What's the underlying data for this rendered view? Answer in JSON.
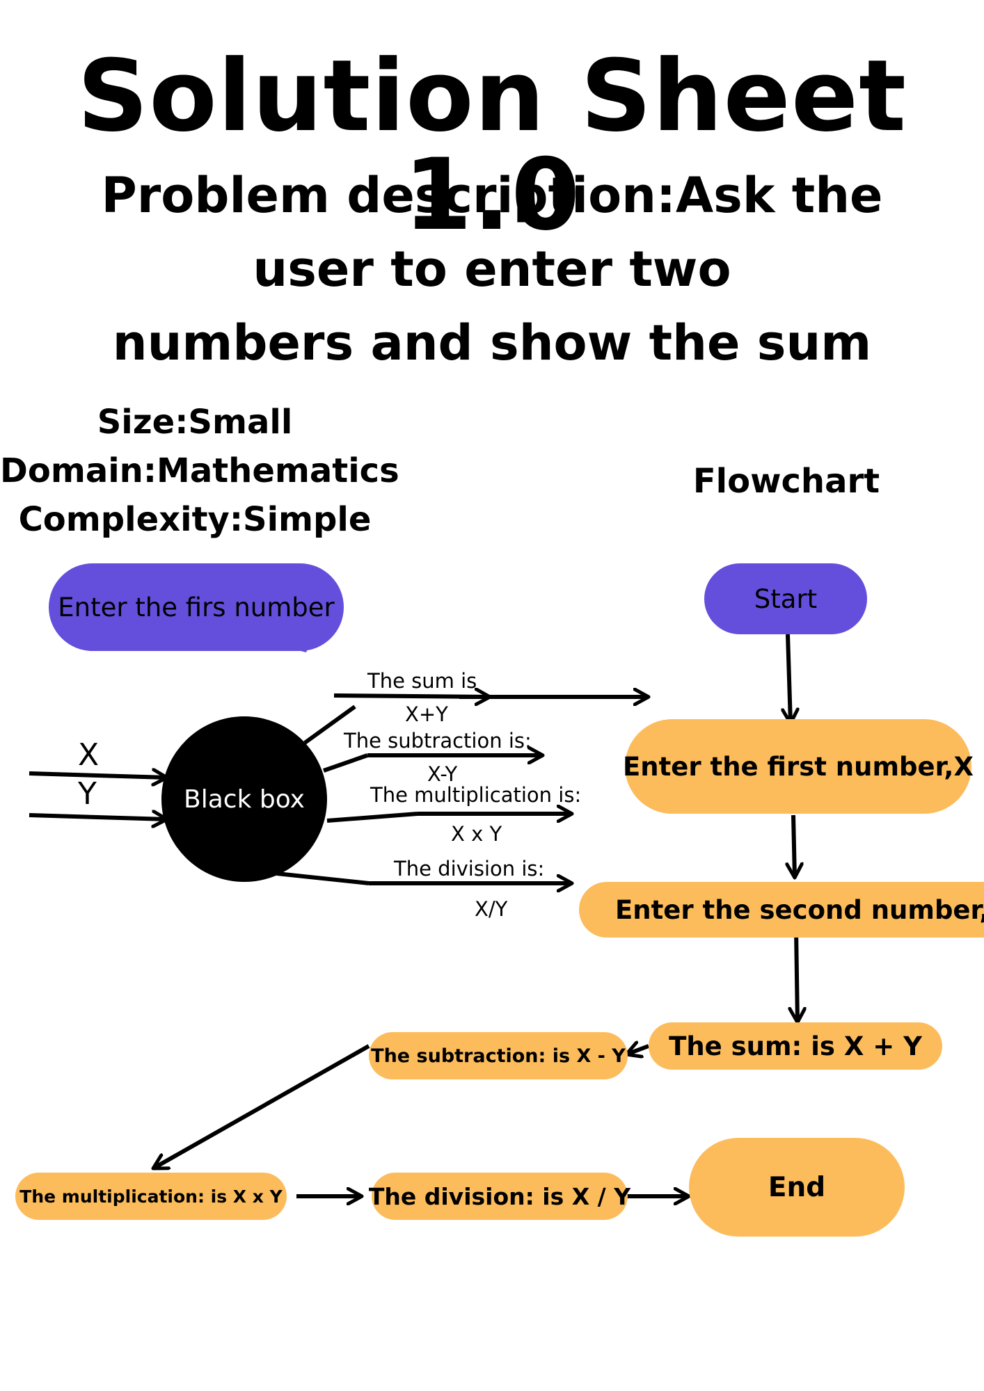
{
  "header": {
    "title": "Solution Sheet 1.0",
    "problem_lines": [
      "Problem description:Ask the",
      "user to enter two",
      "numbers and  show the sum"
    ]
  },
  "meta": {
    "size": "Size:Small",
    "domain": "Domain:Mathematics",
    "complexity": "Complexity:Simple"
  },
  "flowchart_title": "Flowchart",
  "black_box_diagram": {
    "prompt_bubble": "Enter the firs number",
    "input_x": "X",
    "input_y": "Y",
    "box_label": "Black box",
    "outputs": [
      {
        "label": "The sum is",
        "expr": "X+Y"
      },
      {
        "label": "The subtraction is:",
        "expr": "X-Y"
      },
      {
        "label": "The  multiplication is:",
        "expr": "X x Y"
      },
      {
        "label": "The division is:",
        "expr": "X/Y"
      }
    ]
  },
  "flowchart": {
    "start": "Start",
    "step1": "Enter the first number,X",
    "step2": "Enter the second number,Y",
    "sum": "The sum: is X + Y",
    "subtraction": "The subtraction: is X - Y",
    "multiplication": "The multiplication: is X x Y",
    "division": "The division: is X / Y",
    "end": "End"
  },
  "colors": {
    "purple": "#634fdc",
    "orange": "#fcbc5b",
    "black": "#000000"
  }
}
